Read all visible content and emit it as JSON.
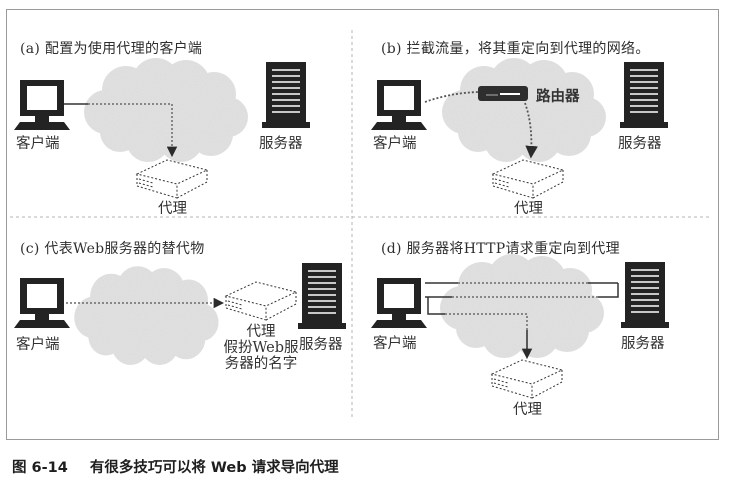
{
  "figure": {
    "caption_number": "图 6-14",
    "caption_text": "有很多技巧可以将 Web 请求导向代理"
  },
  "colors": {
    "frame": "#9a9a9a",
    "divider": "#b5b5b5",
    "cloud_fill": "#e6e6e6",
    "cloud_edge": "#d2d2d2",
    "device": "#232323",
    "dotted_path": "#6a6a6a",
    "arrow": "#2b2b2b"
  },
  "panels": [
    {
      "id": "a",
      "title": "(a) 配置为使用代理的客户端",
      "client_label": "客户端",
      "server_label": "服务器",
      "proxy_label": "代理"
    },
    {
      "id": "b",
      "title": "(b) 拦截流量，将其重定向到代理的网络。",
      "client_label": "客户端",
      "server_label": "服务器",
      "router_label": "路由器",
      "proxy_label": "代理"
    },
    {
      "id": "c",
      "title": "(c) 代表Web服务器的替代物",
      "client_label": "客户端",
      "server_label": "服务器",
      "proxy_label_lines": [
        "代理",
        "假扮Web服",
        "务器的名字"
      ]
    },
    {
      "id": "d",
      "title": "(d) 服务器将HTTP请求重定向到代理",
      "client_label": "客户端",
      "server_label": "服务器",
      "proxy_label": "代理"
    }
  ]
}
